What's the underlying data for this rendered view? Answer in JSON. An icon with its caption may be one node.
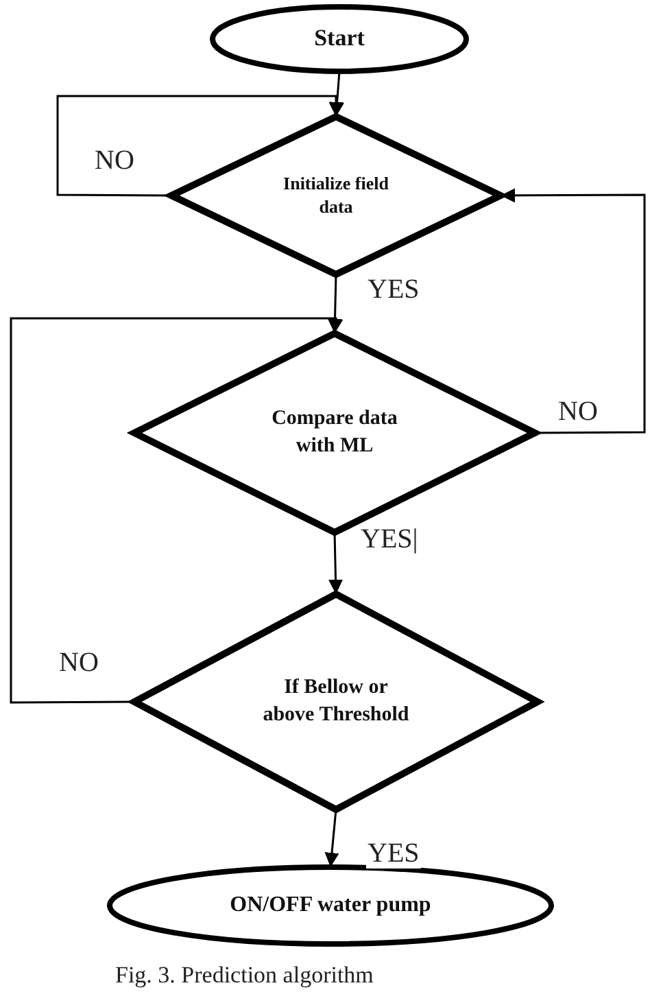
{
  "diagram": {
    "caption": "Fig. 3. Prediction algorithm",
    "nodes": [
      {
        "text": [
          "Start"
        ]
      },
      {
        "text": [
          "Initialize field data"
        ]
      },
      {
        "text": [
          "Compare data with ML"
        ]
      },
      {
        "text": [
          "If Bellow or above Threshold"
        ]
      },
      {
        "text": [
          "ON/OFF water pump"
        ]
      }
    ],
    "edges": [
      {
        "from": 0,
        "to": 1,
        "arrow": "to"
      },
      {
        "from": 1,
        "to": 1,
        "arrow": "to",
        "label": "NO"
      },
      {
        "from": 1,
        "to": 2,
        "arrow": "to",
        "label": "YES"
      },
      {
        "from": 2,
        "to": 1,
        "arrow": "to",
        "label": "NO"
      },
      {
        "from": 2,
        "to": 3,
        "arrow": "to",
        "label": "YES|"
      },
      {
        "from": 3,
        "to": 2,
        "arrow": "to",
        "label": "NO"
      },
      {
        "from": 3,
        "to": 4,
        "arrow": "to",
        "label": "YES"
      }
    ]
  }
}
